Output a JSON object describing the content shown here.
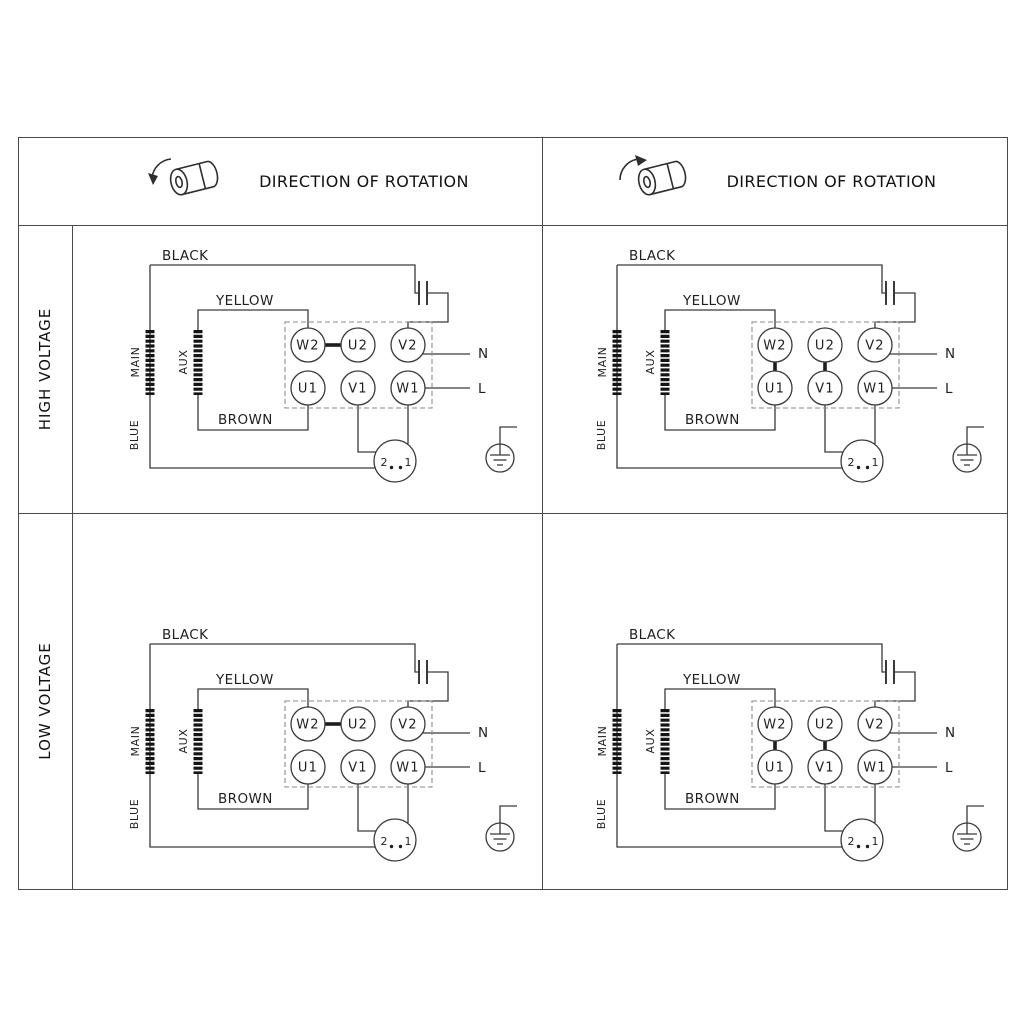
{
  "colors": {
    "background": "#ffffff",
    "grid_line": "#4a4a4a",
    "wire": "#3a3a3a",
    "text": "#1f1f1f"
  },
  "header": {
    "cells": [
      {
        "title": "DIRECTION OF ROTATION",
        "icon": "rotation-ccw-icon"
      },
      {
        "title": "DIRECTION OF ROTATION",
        "icon": "rotation-cw-icon"
      }
    ]
  },
  "rows": [
    {
      "label": "HIGH VOLTAGE"
    },
    {
      "label": "LOW VOLTAGE"
    }
  ],
  "quadrants": [
    {
      "name": "high-voltage-rotation-a",
      "link_style": "horizontal",
      "labels": {
        "black": "BLACK",
        "yellow": "YELLOW",
        "brown": "BROWN",
        "blue": "BLUE",
        "main": "MAIN",
        "aux": "AUX",
        "neutral": "N",
        "line": "L",
        "pin_2": "2",
        "pin_1": "1"
      },
      "terminals": {
        "top": [
          "W2",
          "U2",
          "V2"
        ],
        "bottom": [
          "U1",
          "V1",
          "W1"
        ]
      }
    },
    {
      "name": "high-voltage-rotation-b",
      "link_style": "vertical",
      "labels": {
        "black": "BLACK",
        "yellow": "YELLOW",
        "brown": "BROWN",
        "blue": "BLUE",
        "main": "MAIN",
        "aux": "AUX",
        "neutral": "N",
        "line": "L",
        "pin_2": "2",
        "pin_1": "1"
      },
      "terminals": {
        "top": [
          "W2",
          "U2",
          "V2"
        ],
        "bottom": [
          "U1",
          "V1",
          "W1"
        ]
      }
    },
    {
      "name": "low-voltage-rotation-a",
      "link_style": "horizontal",
      "labels": {
        "black": "BLACK",
        "yellow": "YELLOW",
        "brown": "BROWN",
        "blue": "BLUE",
        "main": "MAIN",
        "aux": "AUX",
        "neutral": "N",
        "line": "L",
        "pin_2": "2",
        "pin_1": "1"
      },
      "terminals": {
        "top": [
          "W2",
          "U2",
          "V2"
        ],
        "bottom": [
          "U1",
          "V1",
          "W1"
        ]
      }
    },
    {
      "name": "low-voltage-rotation-b",
      "link_style": "vertical",
      "labels": {
        "black": "BLACK",
        "yellow": "YELLOW",
        "brown": "BROWN",
        "blue": "BLUE",
        "main": "MAIN",
        "aux": "AUX",
        "neutral": "N",
        "line": "L",
        "pin_2": "2",
        "pin_1": "1"
      },
      "terminals": {
        "top": [
          "W2",
          "U2",
          "V2"
        ],
        "bottom": [
          "U1",
          "V1",
          "W1"
        ]
      }
    }
  ]
}
